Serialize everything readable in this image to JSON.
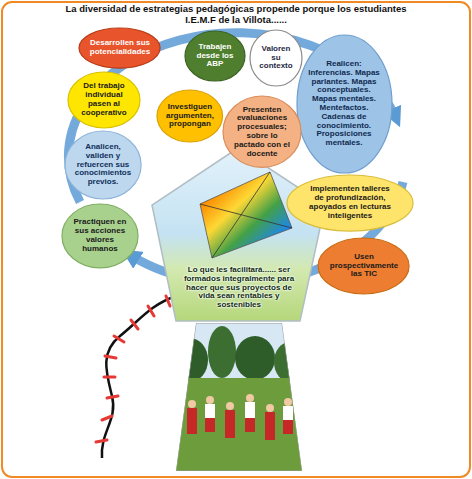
{
  "diagram": {
    "title": "La diversidad de estrategias pedagógicas propende porque los estudiantes I.E.M.F de la Villota......",
    "nodes": [
      {
        "text": [
          "Desarrollen sus potencialidades"
        ]
      },
      {
        "text": [
          "Trabajen desde los ABP"
        ]
      },
      {
        "text": [
          "Valoren su contexto"
        ]
      },
      {
        "text": [
          "Realicen:",
          "Inferencias. Mapas parlantes. Mapas conceptuales. Mapas mentales. Mentefactos. Cadenas de conocimiento. Proposiciones mentales."
        ]
      },
      {
        "text": [
          "Del trabajo individual pasen al cooperativo"
        ]
      },
      {
        "text": [
          "Investiguen argumenten, propongan"
        ]
      },
      {
        "text": [
          "Presenten evaluaciones procesuales; sobre lo pactado con el docente"
        ]
      },
      {
        "text": [
          "Analicen, validen y refuercen sus conocimientos previos."
        ]
      },
      {
        "text": [
          "Implementen talleres de profundización, apoyados en lecturas inteligentes"
        ]
      },
      {
        "text": [
          "Practiquen en sus acciones valores humanos"
        ]
      },
      {
        "text": [
          "Usen prospectivamente las TIC"
        ]
      },
      {
        "text": [
          "Lo que les facilitará...... ser formados integralmente para hacer que sus proyectos de vida sean rentables y sostenibles"
        ]
      }
    ]
  }
}
